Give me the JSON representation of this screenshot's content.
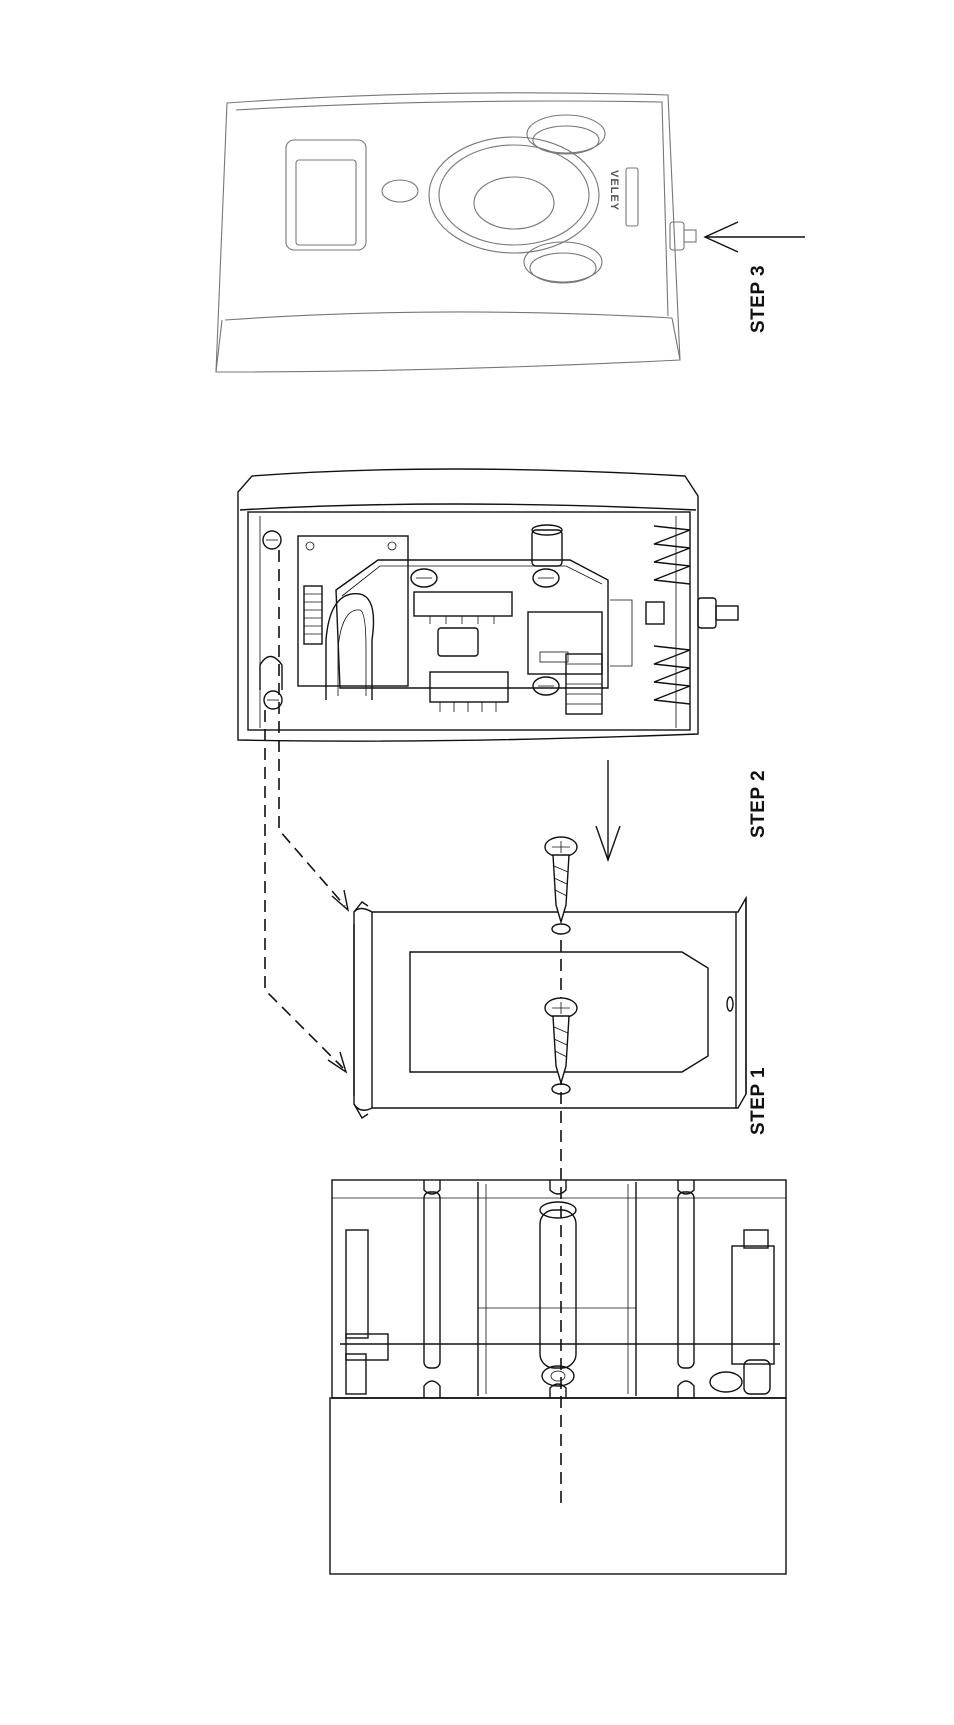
{
  "steps": {
    "step1": "STEP 1",
    "step2": "STEP 2",
    "step3": "STEP 3"
  },
  "cover": {
    "logo_text": "VELEY"
  },
  "colors": {
    "line": "#111111",
    "faded_line": "#777777",
    "background": "#ffffff"
  }
}
